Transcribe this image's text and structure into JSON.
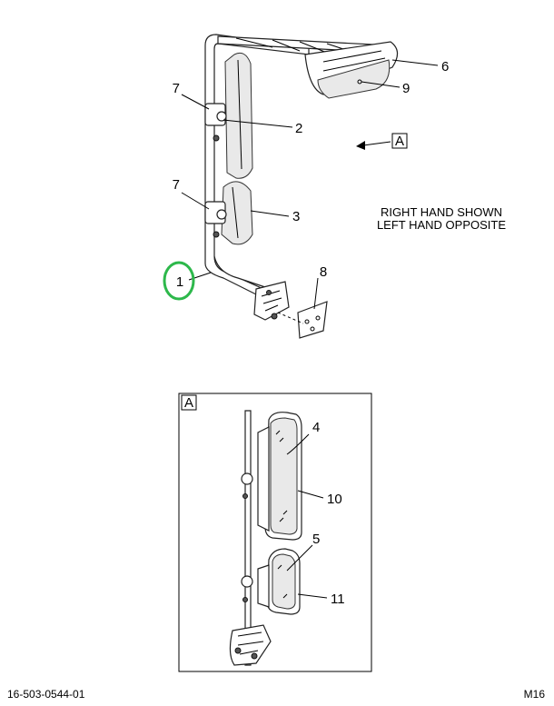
{
  "callouts": {
    "c1": "1",
    "c2": "2",
    "c3": "3",
    "c4": "4",
    "c5": "5",
    "c6": "6",
    "c7a": "7",
    "c7b": "7",
    "c8": "8",
    "c9": "9",
    "c10": "10",
    "c11": "11"
  },
  "view_ref": "A",
  "detail_view_label": "A",
  "note": {
    "line1": "RIGHT HAND SHOWN",
    "line2": "LEFT HAND OPPOSITE"
  },
  "footer": {
    "doc_number": "16-503-0544-01",
    "page_code": "M16"
  },
  "colors": {
    "highlight_circle": "#2db84b"
  }
}
